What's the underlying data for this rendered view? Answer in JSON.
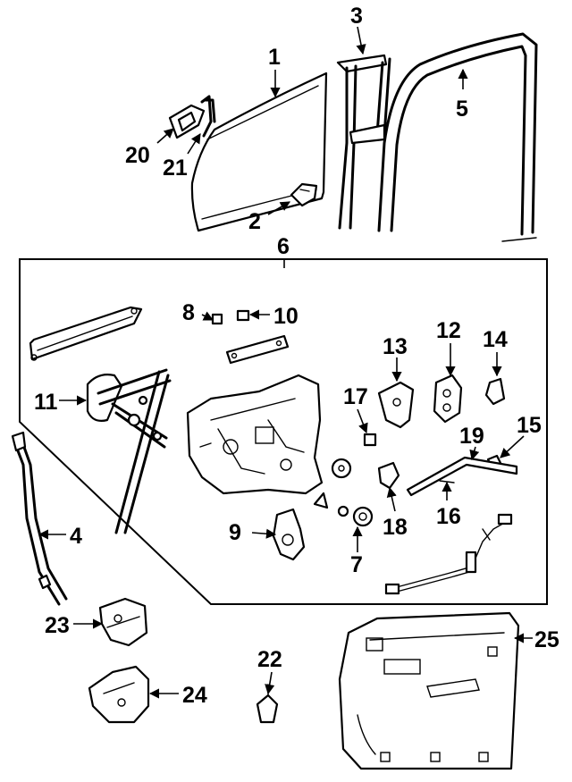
{
  "callouts": [
    "1",
    "2",
    "3",
    "4",
    "5",
    "6",
    "7",
    "8",
    "9",
    "10",
    "11",
    "12",
    "13",
    "14",
    "15",
    "16",
    "17",
    "18",
    "19",
    "20",
    "21",
    "22",
    "23",
    "24",
    "25"
  ],
  "colors": {
    "ink": "#000000",
    "paper": "#ffffff"
  }
}
